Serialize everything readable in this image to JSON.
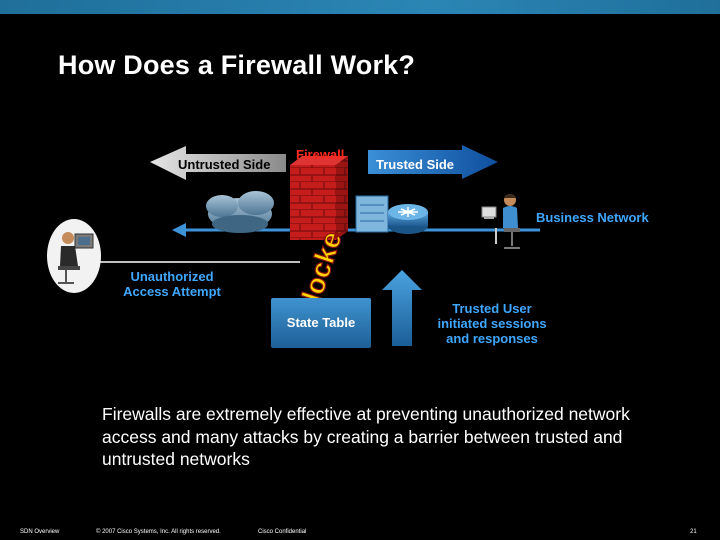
{
  "slide": {
    "title": "How Does a Firewall Work?",
    "body": "Firewalls are extremely effective at preventing unauthorized network access and many attacks by creating a barrier between trusted and untrusted networks"
  },
  "diagram": {
    "untrusted_side": "Untrusted Side",
    "firewall": "Firewall",
    "trusted_side": "Trusted Side",
    "business_network": "Business Network",
    "unauthorized_attempt_line1": "Unauthorized",
    "unauthorized_attempt_line2": "Access Attempt",
    "blocked_stamp": "Blocked",
    "state_table": "State Table",
    "trusted_user_line1": "Trusted User",
    "trusted_user_line2": "initiated sessions",
    "trusted_user_line3": "and responses"
  },
  "footer": {
    "section": "SDN Overview",
    "copyright": "© 2007 Cisco Systems, Inc. All rights reserved.",
    "confidential": "Cisco Confidential",
    "page_number": "21"
  },
  "colors": {
    "background": "#000000",
    "accent_blue": "#3fa7ff",
    "firewall_red": "#c41a1a",
    "stamp_yellow": "#ffd400",
    "label_red": "#ff2a1e"
  }
}
